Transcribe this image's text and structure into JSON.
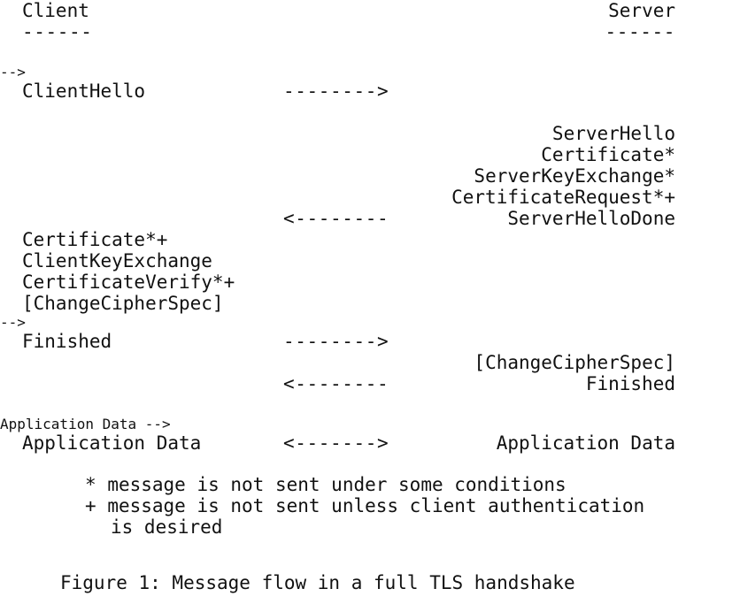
{
  "figure": {
    "title": "Message flow in a full TLS handshake",
    "caption": "Figure 1: Message flow in a full TLS handshake",
    "colors": {
      "background": "#ffffff",
      "text": "#111111"
    },
    "headers": {
      "client": "Client",
      "server": "Server",
      "client_rule": "------",
      "server_rule": "------"
    },
    "rows": [
      {
        "client": "Client",
        "arrow": "",
        "server": "Server"
      },
      {
        "client": "------",
        "arrow": "",
        "server": "------"
      },
      {
        "client": "",
        "arrow": "",
        "server": ""
      },
      {
        "client": "ClientHello",
        "arrow": "-------->",
        "server": ""
      },
      {
        "client": "",
        "arrow": "",
        "server": ""
      },
      {
        "client": "",
        "arrow": "",
        "server": "ServerHello"
      },
      {
        "client": "",
        "arrow": "",
        "server": "Certificate*"
      },
      {
        "client": "",
        "arrow": "",
        "server": "ServerKeyExchange*"
      },
      {
        "client": "",
        "arrow": "",
        "server": "CertificateRequest*+"
      },
      {
        "client": "",
        "arrow": "<--------",
        "server": "ServerHelloDone"
      },
      {
        "client": "Certificate*+",
        "arrow": "",
        "server": ""
      },
      {
        "client": "ClientKeyExchange",
        "arrow": "",
        "server": ""
      },
      {
        "client": "CertificateVerify*+",
        "arrow": "",
        "server": ""
      },
      {
        "client": "[ChangeCipherSpec]",
        "arrow": "",
        "server": ""
      },
      {
        "client": "Finished",
        "arrow": "-------->",
        "server": ""
      },
      {
        "client": "",
        "arrow": "",
        "server": "[ChangeCipherSpec]"
      },
      {
        "client": "",
        "arrow": "<--------",
        "server": "Finished"
      },
      {
        "client": "",
        "arrow": "",
        "server": ""
      },
      {
        "client": "Application Data",
        "arrow": "<------->",
        "server": "Application Data"
      }
    ],
    "notes": [
      {
        "marker": "*",
        "text": "message is not sent under some conditions",
        "continuation": ""
      },
      {
        "marker": "+",
        "text": "message is not sent unless client authentication",
        "continuation": "is desired"
      }
    ]
  }
}
